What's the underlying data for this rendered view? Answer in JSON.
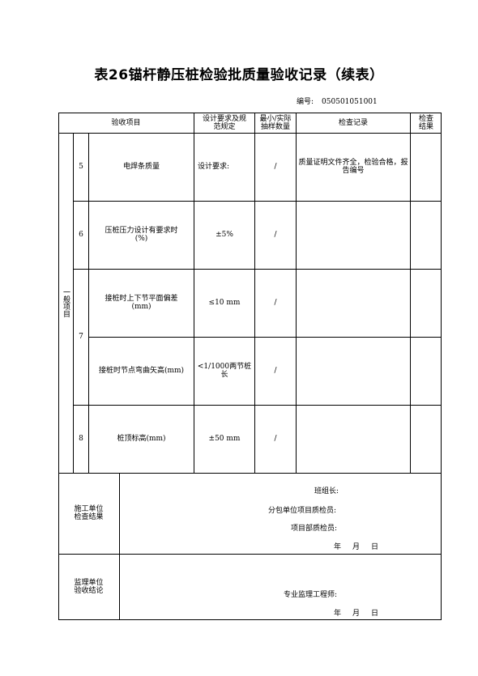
{
  "title": "表26锚杆静压桩检验批质量验收记录（续表）",
  "doc_number": {
    "label": "编号:",
    "value": "050501051001"
  },
  "headers": {
    "item": "验收项目",
    "design": "设计要求及规范规定",
    "sample": "最小/实际抽样数量",
    "record": "检查记录",
    "result": "检查结果"
  },
  "group_label": "一般项目",
  "rows": [
    {
      "no": "5",
      "name": "电焊条质量",
      "design": "设计要求:",
      "sample": "/",
      "record": "质量证明文件齐全，检验合格，报告编号"
    },
    {
      "no": "6",
      "name": "压桩压力设计有要求时(%)",
      "design": "±5%",
      "sample": "/",
      "record": ""
    },
    {
      "no": "7",
      "name": "接桩时上下节平面偏差(mm)",
      "design": "≤10 mm",
      "sample": "/",
      "record": ""
    },
    {
      "no": "",
      "name": "接桩时节点弯曲矢高(mm)",
      "design": "<1/1000两节桩长",
      "sample": "/",
      "record": ""
    },
    {
      "no": "8",
      "name": "桩顶标高(mm)",
      "design": "±50 mm",
      "sample": "/",
      "record": ""
    }
  ],
  "construction": {
    "label": "施工单位检查结果",
    "team_leader": "班组长:",
    "sub_inspector": "分包单位项目质检员:",
    "dept_inspector": "项目部质检员:",
    "date": [
      "年",
      "月",
      "日"
    ]
  },
  "supervision": {
    "label": "监理单位验收结论",
    "engineer": "专业监理工程师:",
    "date": [
      "年",
      "月",
      "日"
    ]
  }
}
